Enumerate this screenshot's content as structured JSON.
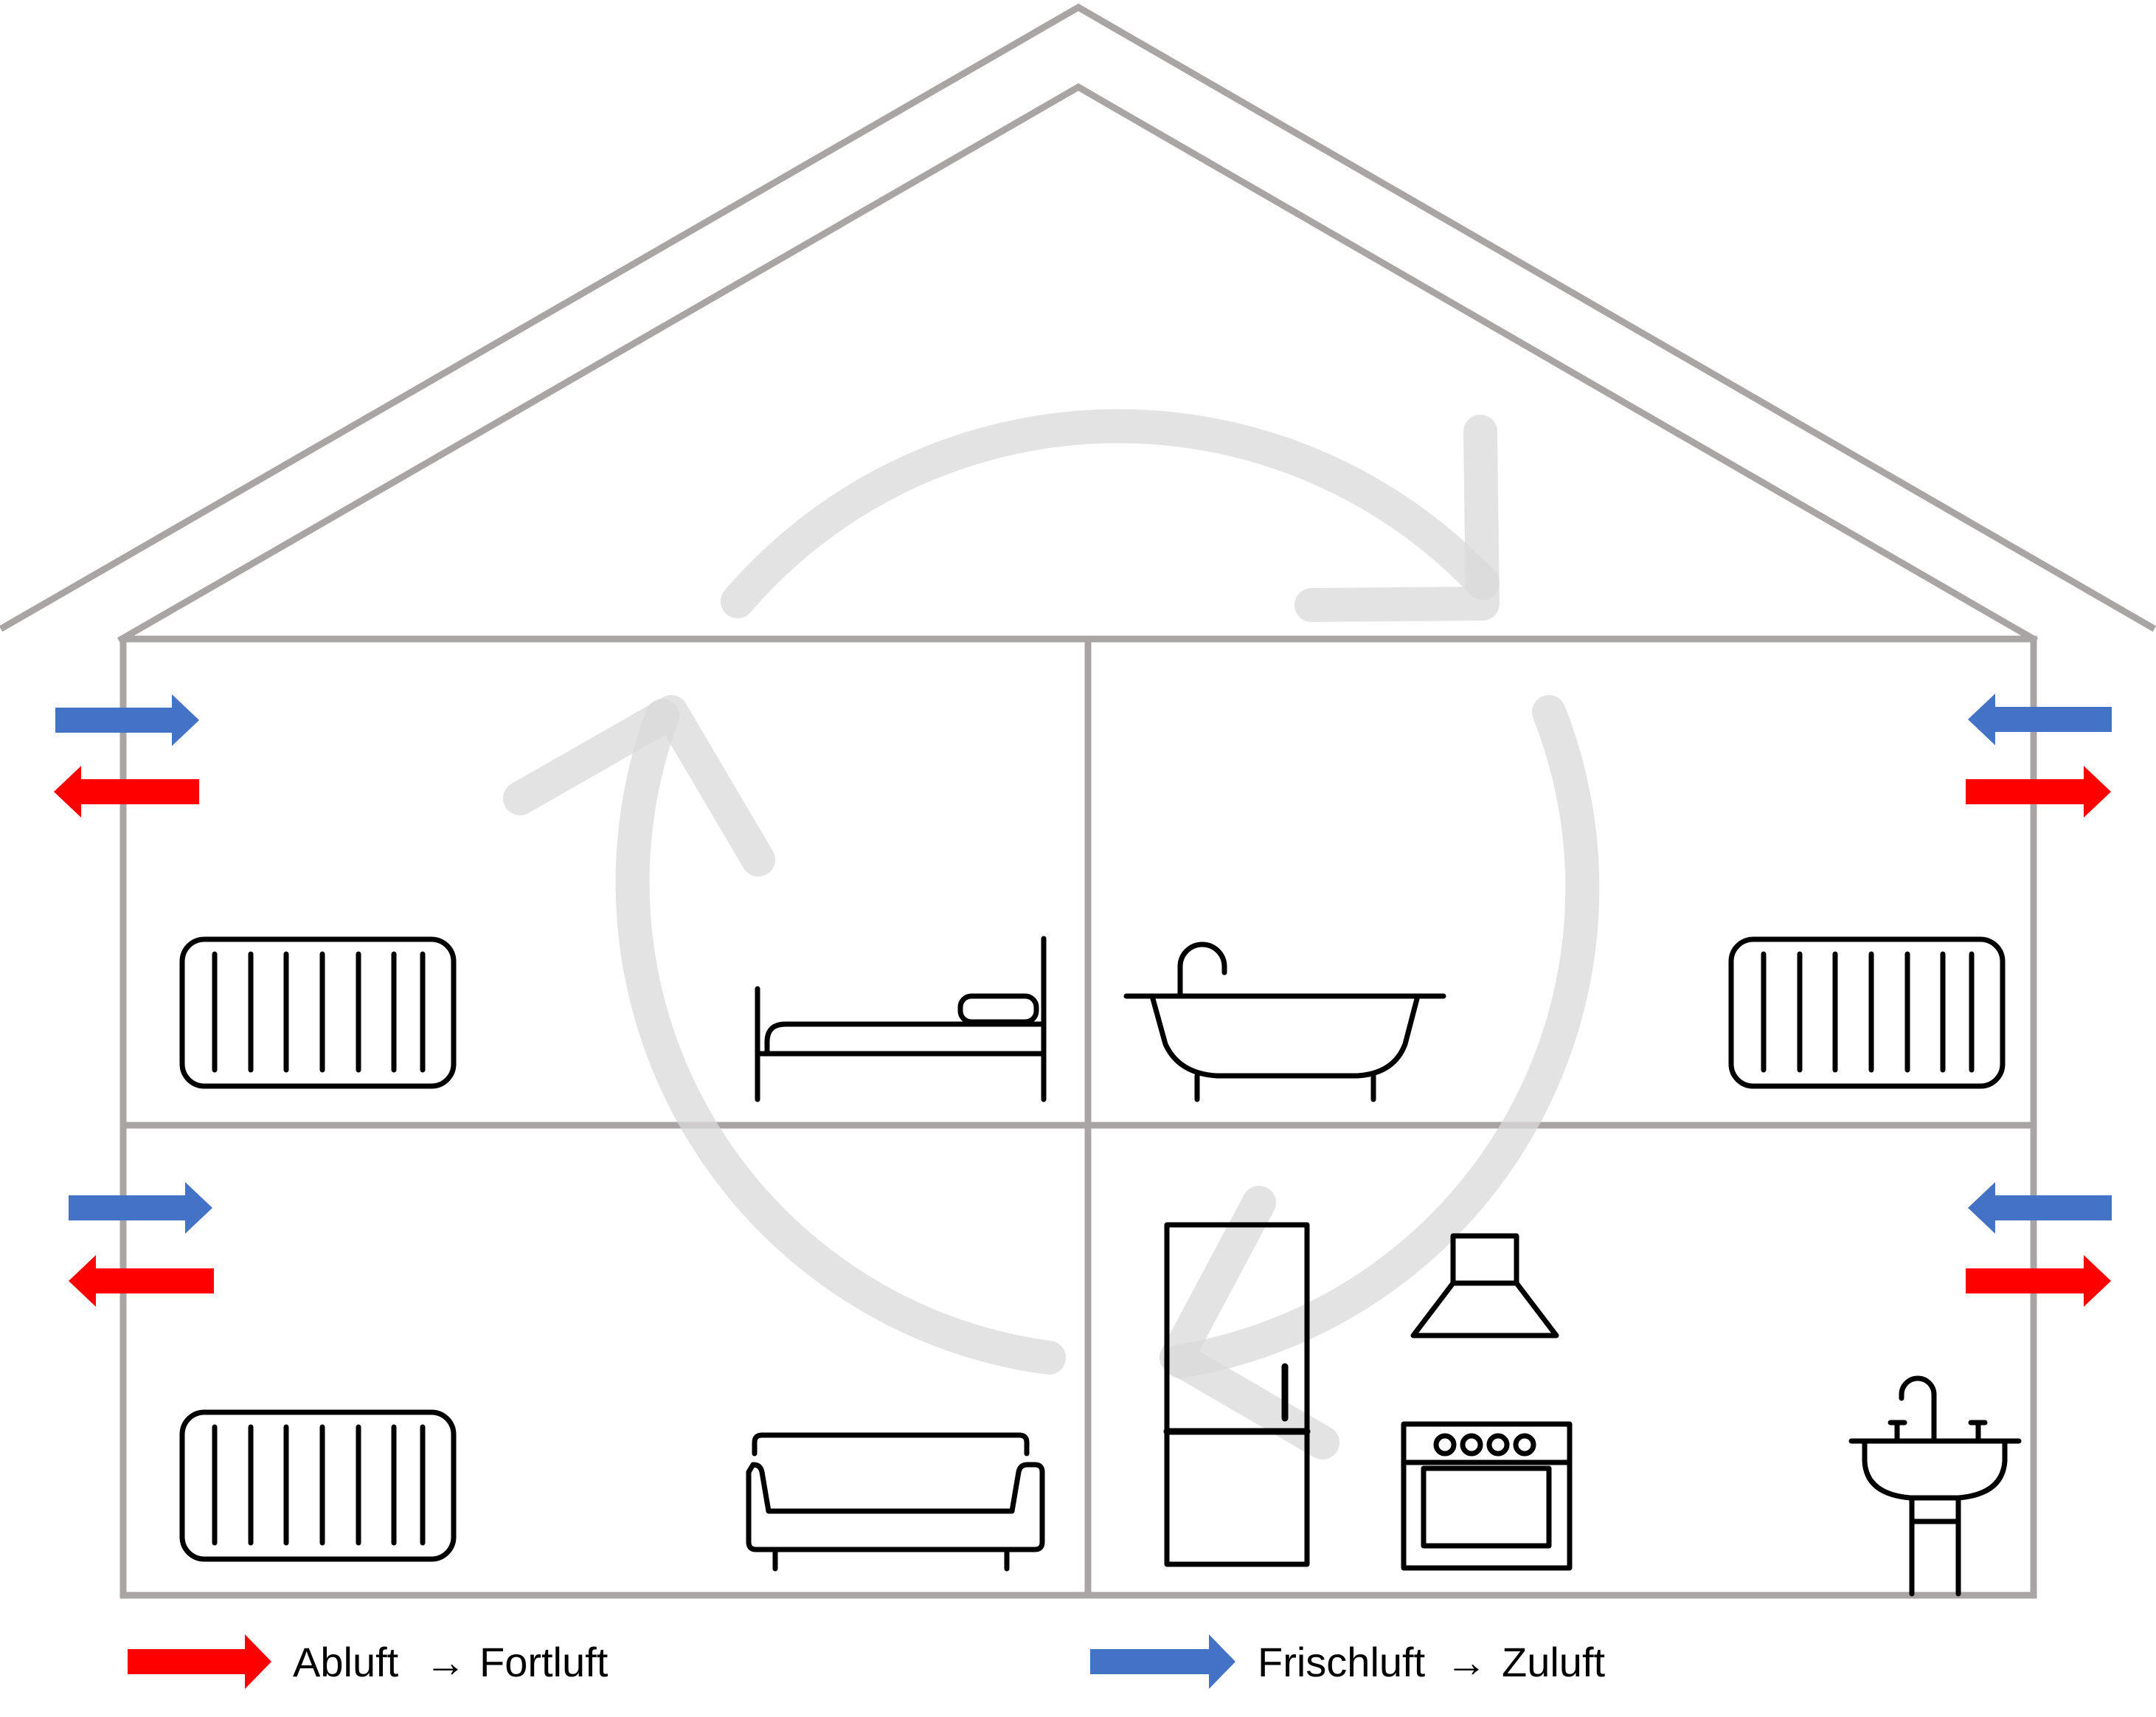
{
  "legend": {
    "exhaust": {
      "from": "Abluft",
      "arrow": "→",
      "to": "Fortluft",
      "color": "#ff0000"
    },
    "supply": {
      "from": "Frischluft",
      "arrow": "→",
      "to": "Zuluft",
      "color": "#4472c4"
    }
  },
  "colors": {
    "wall": "#aaa5a5",
    "circulation": "#d9d9d9",
    "icons": "#000000"
  },
  "rooms": [
    {
      "floor": "upper",
      "side": "left",
      "icons": [
        "radiator-icon",
        "bed-icon"
      ]
    },
    {
      "floor": "upper",
      "side": "right",
      "icons": [
        "bathtub-icon",
        "radiator-icon"
      ]
    },
    {
      "floor": "lower",
      "side": "left",
      "icons": [
        "radiator-icon",
        "sofa-icon"
      ]
    },
    {
      "floor": "lower",
      "side": "right",
      "icons": [
        "fridge-icon",
        "range-hood-icon",
        "oven-icon",
        "sink-icon"
      ]
    }
  ]
}
